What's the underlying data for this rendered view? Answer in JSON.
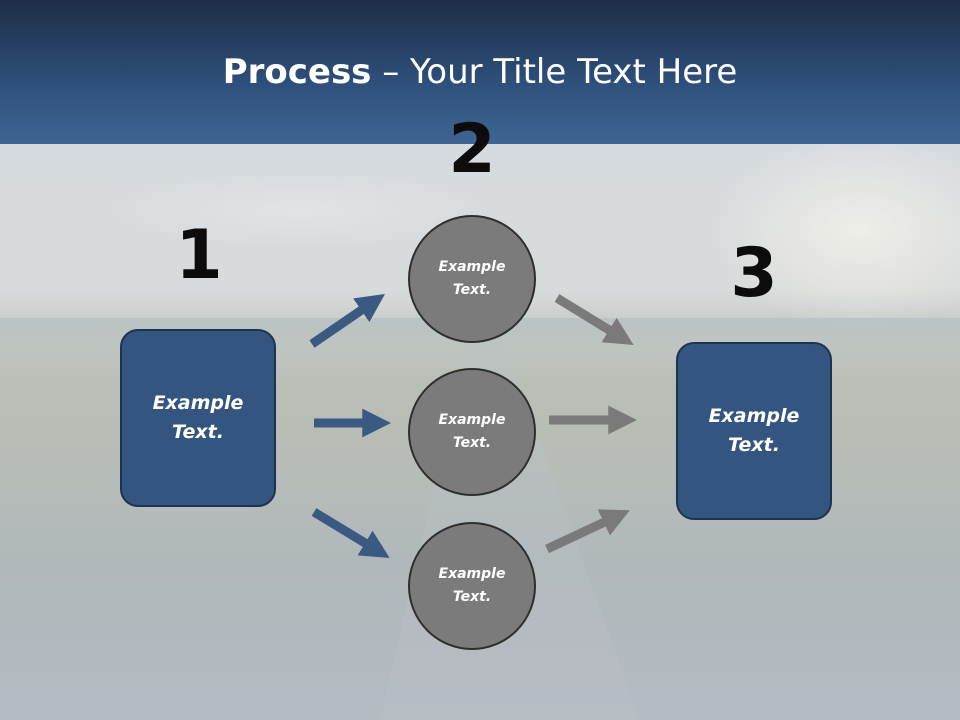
{
  "title": {
    "bold": "Process",
    "rest": " – Your Title Text Here"
  },
  "steps": [
    {
      "number": "1",
      "text": "Example\nText."
    },
    {
      "number": "2",
      "circles": [
        "Example\nText.",
        "Example\nText.",
        "Example\nText."
      ]
    },
    {
      "number": "3",
      "text": "Example\nText."
    }
  ],
  "colors": {
    "box": "#33557f",
    "circle": "#7b7b7b",
    "arrow_blue": "#3b5a82",
    "arrow_gray": "#7a7a7a",
    "header": "#2d4e78"
  }
}
